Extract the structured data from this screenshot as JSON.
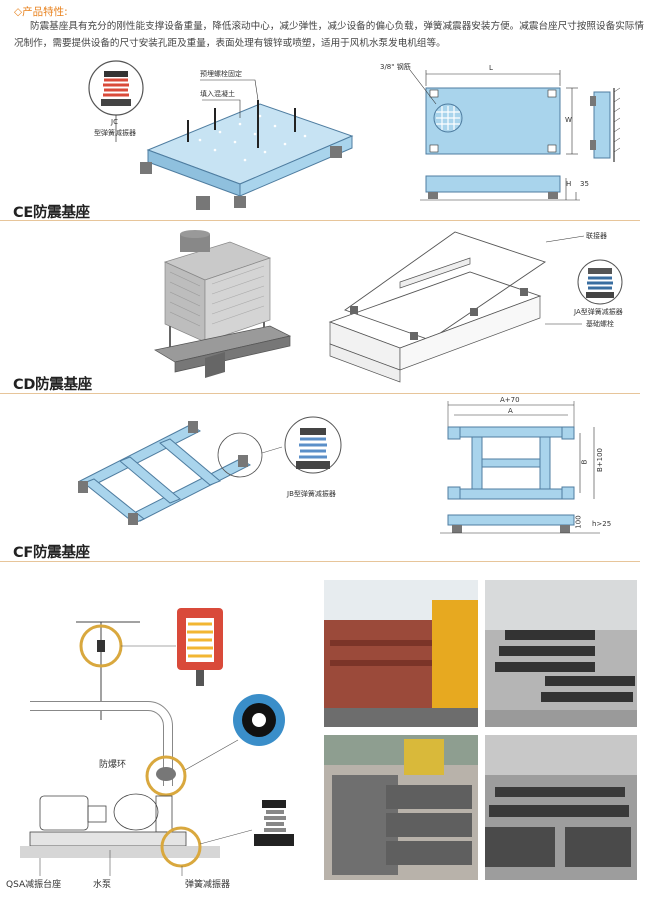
{
  "header": {
    "title": "◇产品特性:",
    "intro": "防震基座具有充分的刚性能支撑设备重量，降低滚动中心，减少弹性，减少设备的偏心负载，弹簧减震器安装方便。减震台座尺寸按照设备实际情况制作，需要提供设备的尺寸安装孔距及重量，表面处理有镀锌或喷塑，适用于风机水泵发电机组等。"
  },
  "ce": {
    "title": "CE防震基座",
    "label_bolt": "预埋螺栓固定",
    "label_concrete": "填入混凝土",
    "label_jc1": "JC",
    "label_jc2": "型弹簧减振器",
    "dim_rebar": "3/8\" 钢筋",
    "dim_l": "L",
    "dim_w": "W",
    "dim_h": "H",
    "dim_35": "35"
  },
  "cd": {
    "title": "CD防震基座",
    "label_connector": "联接器",
    "label_ja": "JA型弹簧减振器",
    "label_bolt": "基础螺栓"
  },
  "cf": {
    "title": "CF防震基座",
    "label_jb": "JB型弹簧减振器",
    "dim_a70": "A+70",
    "dim_a": "A",
    "dim_b": "B",
    "dim_b100": "B+100",
    "dim_100": "100",
    "dim_h25": "h>25"
  },
  "pump": {
    "label_ring": "防爆环",
    "label_base": "QSA减振台座",
    "label_pump": "水泵",
    "label_spring": "弹簧减振器"
  },
  "colors": {
    "accent": "#e8821e",
    "frame_blue": "#a9d4ec",
    "frame_stroke": "#4f7da0",
    "separator": "#e7c59a"
  }
}
